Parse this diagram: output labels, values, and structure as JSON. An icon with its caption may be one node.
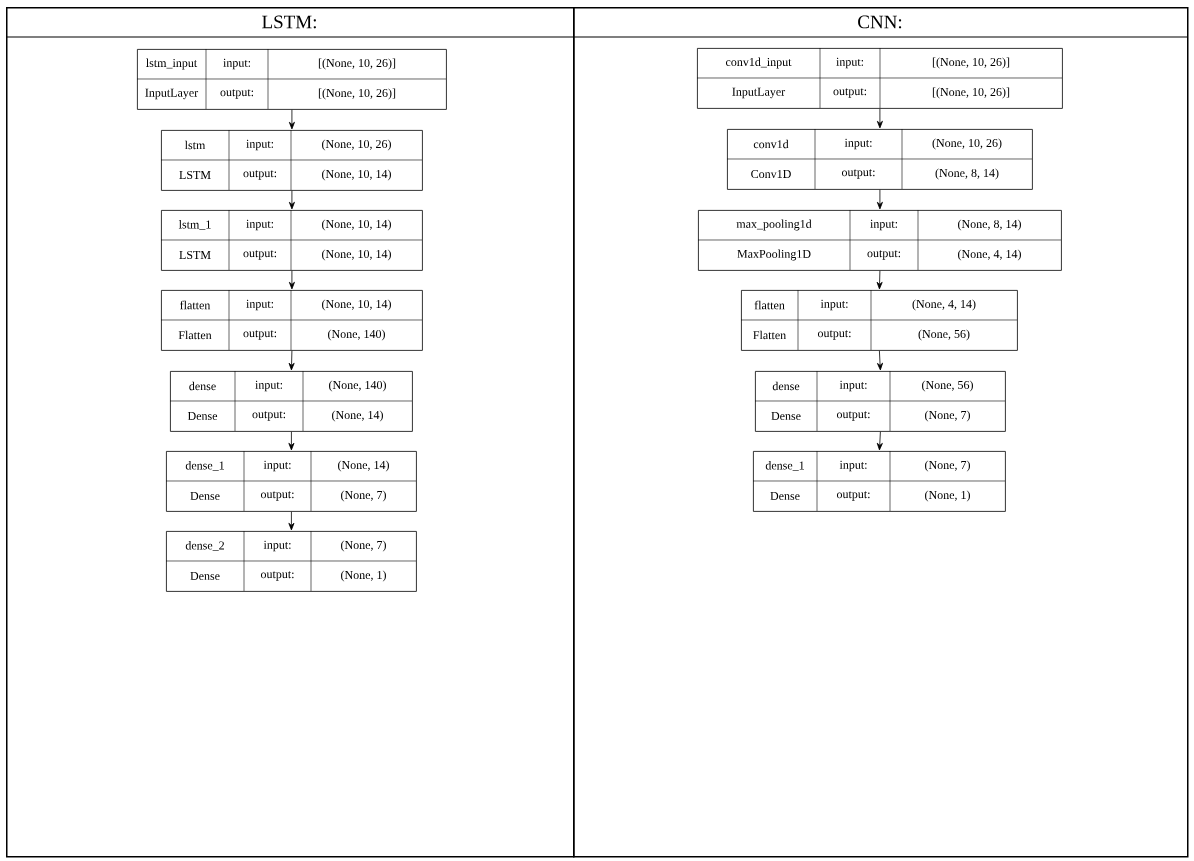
{
  "diagram": {
    "nodes": [
      {
        "text": [
          "LSTM:"
        ]
      },
      {
        "text": [
          "lstm_input",
          "input:",
          "[(None, 10, 26)]",
          "InputLayer",
          "output:",
          "[(None, 10, 26)]"
        ],
        "in": 0
      },
      {
        "text": [
          "lstm",
          "input:",
          "(None, 10, 26)",
          "LSTM",
          "output:",
          "(None, 10, 14)"
        ],
        "in": 0
      },
      {
        "text": [
          "lstm_1",
          "input:",
          "(None, 10, 14)",
          "LSTM",
          "output:",
          "(None, 10, 14)"
        ],
        "in": 0
      },
      {
        "text": [
          "flatten",
          "input:",
          "(None, 10, 14)",
          "Flatten",
          "output:",
          "(None, 140)"
        ],
        "in": 0
      },
      {
        "text": [
          "dense",
          "input:",
          "(None, 140)",
          "Dense",
          "output:",
          "(None, 14)"
        ],
        "in": 0
      },
      {
        "text": [
          "dense_1",
          "input:",
          "(None, 14)",
          "Dense",
          "output:",
          "(None, 7)"
        ],
        "in": 0
      },
      {
        "text": [
          "dense_2",
          "input:",
          "(None, 7)",
          "Dense",
          "output:",
          "(None, 1)"
        ],
        "in": 0
      },
      {
        "text": [
          "CNN:"
        ]
      },
      {
        "text": [
          "conv1d_input",
          "input:",
          "[(None, 10, 26)]",
          "InputLayer",
          "output:",
          "[(None, 10, 26)]"
        ],
        "in": 8
      },
      {
        "text": [
          "conv1d",
          "input:",
          "(None, 10, 26)",
          "Conv1D",
          "output:",
          "(None, 8, 14)"
        ],
        "in": 8
      },
      {
        "text": [
          "max_pooling1d",
          "input:",
          "(None, 8, 14)",
          "MaxPooling1D",
          "output:",
          "(None, 4, 14)"
        ],
        "in": 8
      },
      {
        "text": [
          "flatten",
          "input:",
          "(None, 4, 14)",
          "Flatten",
          "output:",
          "(None, 56)"
        ],
        "in": 8
      },
      {
        "text": [
          "dense",
          "input:",
          "(None, 56)",
          "Dense",
          "output:",
          "(None, 7)"
        ],
        "in": 8
      },
      {
        "text": [
          "dense_1",
          "input:",
          "(None, 7)",
          "Dense",
          "output:",
          "(None, 1)"
        ],
        "in": 8
      }
    ],
    "edges": [
      {
        "from": 1,
        "to": 2,
        "arrow": "to"
      },
      {
        "from": 2,
        "to": 3,
        "arrow": "to"
      },
      {
        "from": 3,
        "to": 4,
        "arrow": "to"
      },
      {
        "from": 4,
        "to": 5,
        "arrow": "to"
      },
      {
        "from": 5,
        "to": 6,
        "arrow": "to"
      },
      {
        "from": 6,
        "to": 7,
        "arrow": "to"
      },
      {
        "from": 9,
        "to": 10,
        "arrow": "to"
      },
      {
        "from": 10,
        "to": 11,
        "arrow": "to"
      },
      {
        "from": 11,
        "to": 12,
        "arrow": "to"
      },
      {
        "from": 12,
        "to": 13,
        "arrow": "to"
      },
      {
        "from": 13,
        "to": 14,
        "arrow": "to"
      }
    ]
  }
}
